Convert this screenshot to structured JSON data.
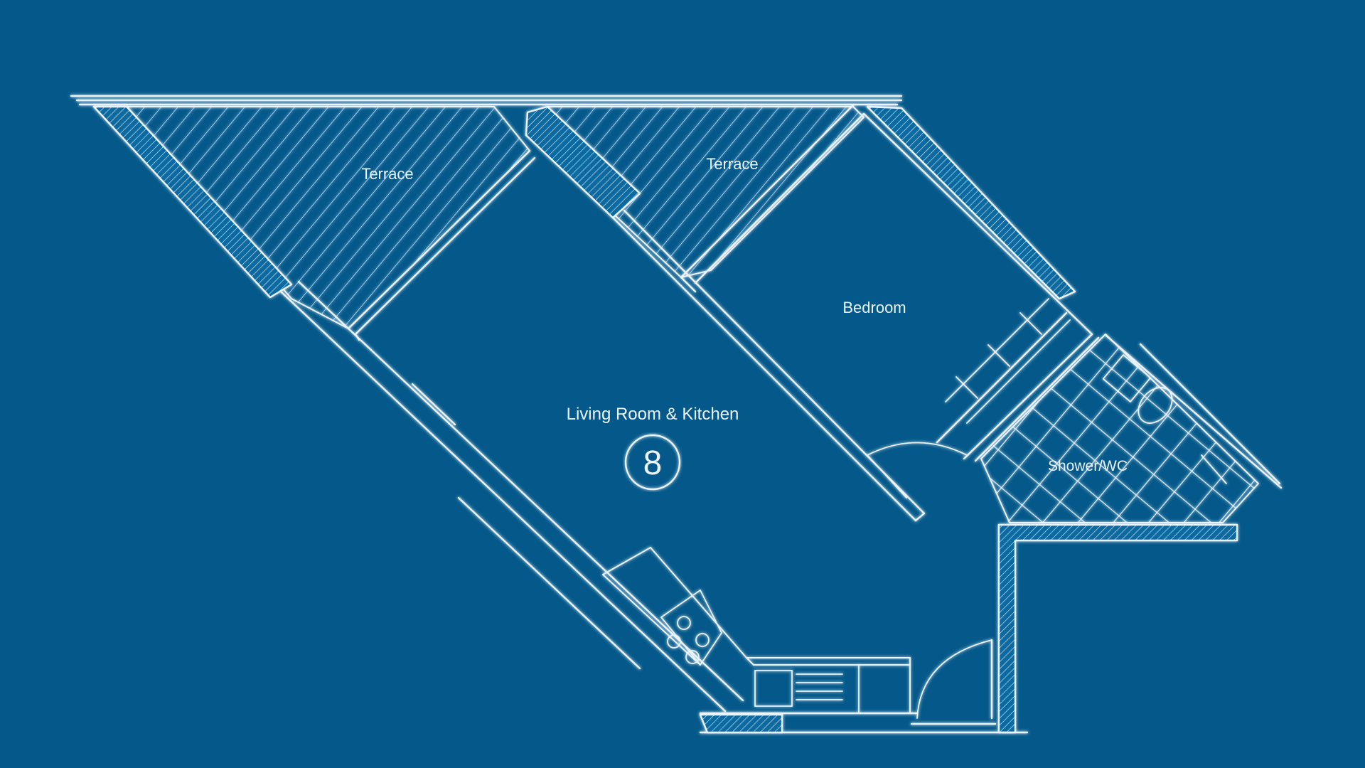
{
  "colors": {
    "background": "#05598a",
    "line": "#eaf4ff",
    "glow": "#5fb8ff",
    "wall_fill": "#0a6aa0"
  },
  "rooms": {
    "terrace_left": "Terrace",
    "terrace_right": "Terrace",
    "bedroom": "Bedroom",
    "living_kitchen": "Living Room & Kitchen",
    "shower_wc": "Shower/WC"
  },
  "unit_number": "8"
}
